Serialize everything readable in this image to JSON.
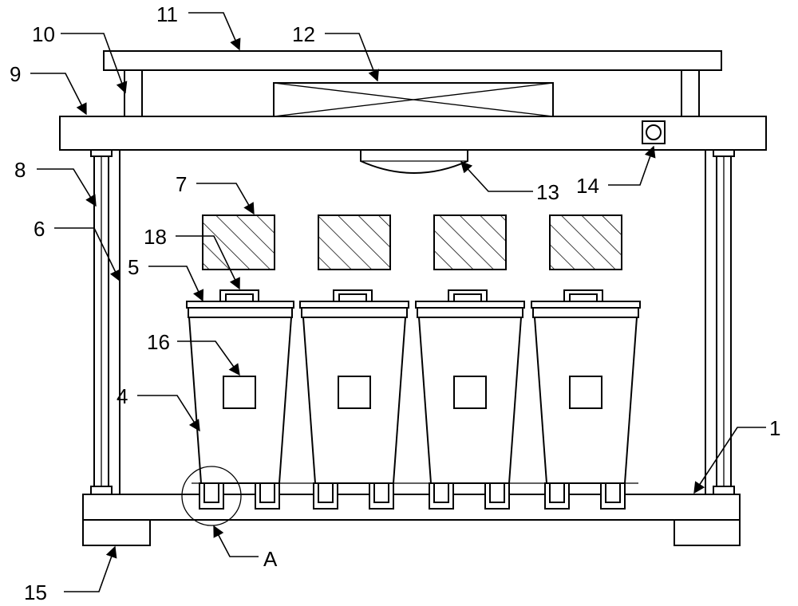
{
  "colors": {
    "ink": "#000000",
    "paper": "#ffffff"
  },
  "callouts": [
    {
      "id": "1",
      "label": "1"
    },
    {
      "id": "4",
      "label": "4"
    },
    {
      "id": "5",
      "label": "5"
    },
    {
      "id": "6",
      "label": "6"
    },
    {
      "id": "7",
      "label": "7"
    },
    {
      "id": "8",
      "label": "8"
    },
    {
      "id": "9",
      "label": "9"
    },
    {
      "id": "10",
      "label": "10"
    },
    {
      "id": "11",
      "label": "11"
    },
    {
      "id": "12",
      "label": "12"
    },
    {
      "id": "13",
      "label": "13"
    },
    {
      "id": "14",
      "label": "14"
    },
    {
      "id": "15",
      "label": "15"
    },
    {
      "id": "16",
      "label": "16"
    },
    {
      "id": "18",
      "label": "18"
    },
    {
      "id": "A",
      "label": "A"
    }
  ]
}
